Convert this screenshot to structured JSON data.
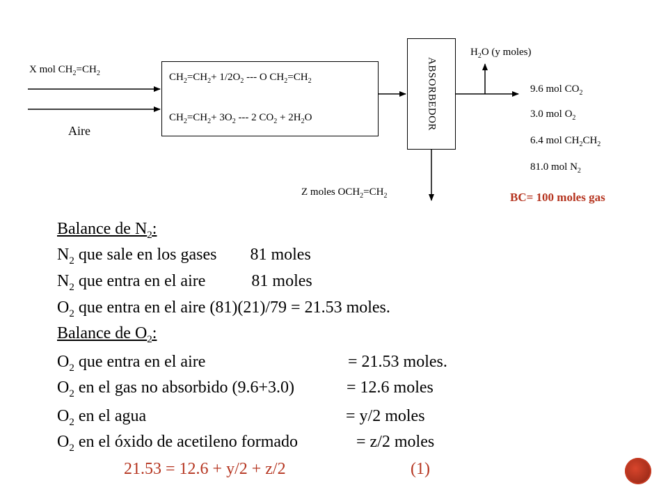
{
  "diagram": {
    "feed_ethylene": {
      "pre": "X  mol CH",
      "s1": "2",
      "mid": "=CH",
      "s2": "2"
    },
    "feed_air": "Aire",
    "reactor": {
      "r1": {
        "a": "CH",
        "s1": "2",
        "b": "=CH",
        "s2": "2",
        "c": "+ 1/2O",
        "s3": "2",
        "d": " --- O CH",
        "s4": "2",
        "e": "=CH",
        "s5": "2"
      },
      "r2": {
        "a": "CH",
        "s1": "2",
        "b": "=CH",
        "s2": "2",
        "c": "+ 3O",
        "s3": "2",
        "d": " --- 2 CO",
        "s4": "2",
        "e": " + 2H",
        "s5": "2",
        "f": "O"
      }
    },
    "absorber_label": "ABSORBEDOR",
    "water_out": {
      "a": "H",
      "s": "2",
      "b": "O (y moles)"
    },
    "gas_out": [
      {
        "a": "9.6 mol CO",
        "s": "2",
        "b": ""
      },
      {
        "a": "3.0 mol O",
        "s": "2",
        "b": ""
      },
      {
        "a": "6.4 mol CH",
        "s": "2",
        "b": "CH",
        "s2": "2"
      },
      {
        "a": "81.0  mol N",
        "s": "2",
        "b": ""
      }
    ],
    "oxide_out": {
      "a": "Z moles OCH",
      "s1": "2",
      "b": "=CH",
      "s2": "2"
    },
    "basis": "BC= 100 moles gas"
  },
  "calc": {
    "l1": {
      "a": "Balance de N",
      "s": "2",
      "b": ":"
    },
    "l2": {
      "a": "N",
      "s": "2",
      "b": " que sale en los gases        81 moles"
    },
    "l3": {
      "a": "N",
      "s": "2",
      "b": " que entra en el aire           81 moles"
    },
    "l4": {
      "a": "O",
      "s": "2",
      "b": " que entra en el aire (81)(21)/79 = 21.53 moles."
    },
    "l5": {
      "a": "Balance de O",
      "s": "2",
      "b": ":"
    },
    "l6": {
      "a": "O",
      "s": "2",
      "b": " que entra en el aire",
      "c": "= 21.53 moles."
    },
    "l7": {
      "a": "O",
      "s": "2",
      "b": " en el gas no absorbido (9.6+3.0)",
      "c": "= 12.6 moles"
    },
    "l8": {
      "a": "O",
      "s": "2",
      "b": " en el agua",
      "c": "=  y/2 moles"
    },
    "l9": {
      "a": "O",
      "s": "2",
      "b": " en el óxido de acetileno formado",
      "c": "= z/2 moles"
    },
    "eq": "21.53 = 12.6 + y/2 +  z/2",
    "eq_num": "(1)"
  },
  "colors": {
    "accent": "#b5341f"
  }
}
